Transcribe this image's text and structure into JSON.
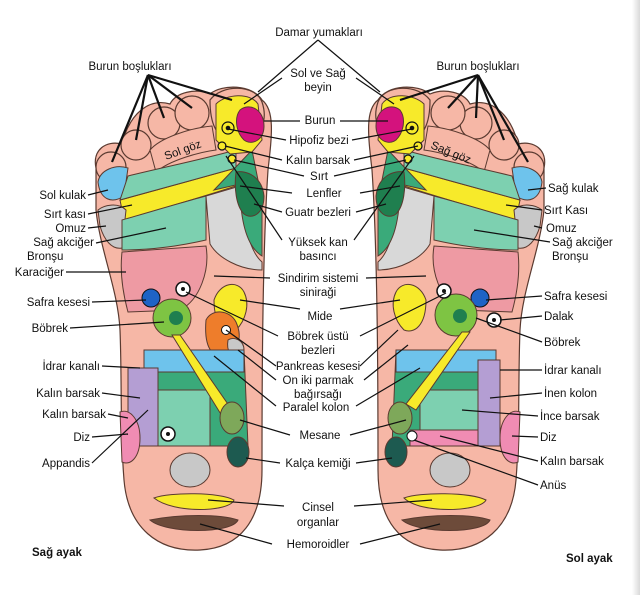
{
  "labels": {
    "damar": "Damar yumakları",
    "burun_bosluklari_left": "Burun boşlukları",
    "burun_bosluklari_right": "Burun boşlukları",
    "sol_sag_beyin_1": "Sol ve Sağ",
    "sol_sag_beyin_2": "beyin",
    "burun": "Burun",
    "hipofiz": "Hipofiz bezi",
    "kalin_barsak_top": "Kalın barsak",
    "sirt_center": "Sırt",
    "lenfler": "Lenfler",
    "guatr": "Guatr bezleri",
    "yuksek_kan_1": "Yüksek kan",
    "yuksek_kan_2": "basıncı",
    "sindirim_1": "Sindirim sistemi",
    "sindirim_2": "siniraği",
    "mide": "Mide",
    "bobrek_ustu_1": "Böbrek üstü",
    "bobrek_ustu_2": "bezleri",
    "pankreas": "Pankreas kesesi",
    "on_iki_1": "On iki parmak",
    "on_iki_2": "bağırsağı",
    "paralel": "Paralel kolon",
    "mesane": "Mesane",
    "kalca": "Kalça kemiği",
    "cinsel_1": "Cinsel",
    "cinsel_2": "organlar",
    "hemoroidler": "Hemoroidler",
    "sol_goz": "Sol göz",
    "sag_goz": "Sağ göz",
    "sol_kulak": "Sol kulak",
    "sirt_kasi_l": "Sırt kası",
    "omuz_l": "Omuz",
    "sag_akciger_l": "Sağ akciğer",
    "bronsu_l": "Bronşu",
    "karaciger": "Karaciğer",
    "safra_l": "Safra kesesi",
    "bobrek_l": "Böbrek",
    "idrar_l": "İdrar kanalı",
    "kalin_barsak_l1": "Kalın barsak",
    "kalin_barsak_l2": "Kalın barsak",
    "diz_l": "Diz",
    "appandis": "Appandis",
    "sag_kulak": "Sağ kulak",
    "sirt_kasi_r": "Sırt Kası",
    "omuz_r": "Omuz",
    "sag_akciger_r": "Sağ akciğer",
    "bronsu_r": "Bronşu",
    "safra_r": "Safra kesesi",
    "dalak": "Dalak",
    "bobrek_r": "Böbrek",
    "idrar_r": "İdrar kanalı",
    "inen_kolon": "İnen kolon",
    "ince_barsak": "İnce barsak",
    "diz_r": "Diz",
    "kalin_barsak_r": "Kalın barsak",
    "anus": "Anüs",
    "sag_ayak": "Sağ ayak",
    "sol_ayak": "Sol ayak"
  },
  "colors": {
    "skin": "#f6b7a6",
    "light_blue": "#6ec3ec",
    "yellow": "#f7ea2a",
    "green_light": "#7dd0b0",
    "green_mid": "#3aaa7a",
    "green_dark": "#1f7f4f",
    "grey": "#c8c8c8",
    "pink_liver": "#ee9aa3",
    "olive_green": "#7ec443",
    "blue_dot": "#1e63c6",
    "orange": "#ee7d2b",
    "purple": "#b49ed3",
    "pink_knee": "#f08cb3",
    "magenta": "#d4127d",
    "brown": "#6d4b3a",
    "teal_dark": "#1d5a50"
  }
}
